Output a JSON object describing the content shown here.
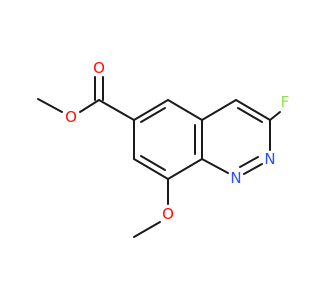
{
  "atoms": {
    "carbonyl_oxygen": {
      "label": "O",
      "color": "#ff0d0d"
    },
    "ester_oxygen": {
      "label": "O",
      "color": "#ff0d0d"
    },
    "methoxy_oxygen": {
      "label": "O",
      "color": "#ff0d0d"
    },
    "fluorine": {
      "label": "F",
      "color": "#90e050"
    },
    "nitrogen_1": {
      "label": "N",
      "color": "#3050f8"
    },
    "nitrogen_2": {
      "label": "N",
      "color": "#3050f8"
    }
  }
}
